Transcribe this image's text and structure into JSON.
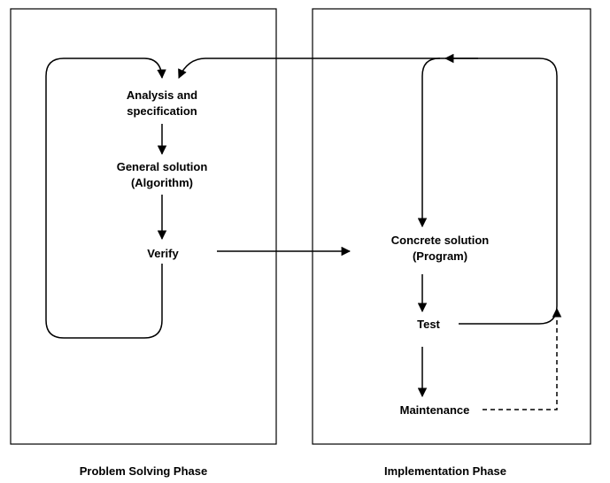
{
  "nodes": {
    "analysis": {
      "line1": "Analysis and",
      "line2": "specification"
    },
    "general_solution": {
      "line1": "General solution",
      "line2": "(Algorithm)"
    },
    "verify": {
      "label": "Verify"
    },
    "concrete_solution": {
      "line1": "Concrete solution",
      "line2": "(Program)"
    },
    "test": {
      "label": "Test"
    },
    "maintenance": {
      "label": "Maintenance"
    }
  },
  "phases": {
    "problem_solving": "Problem Solving Phase",
    "implementation": "Implementation Phase"
  }
}
